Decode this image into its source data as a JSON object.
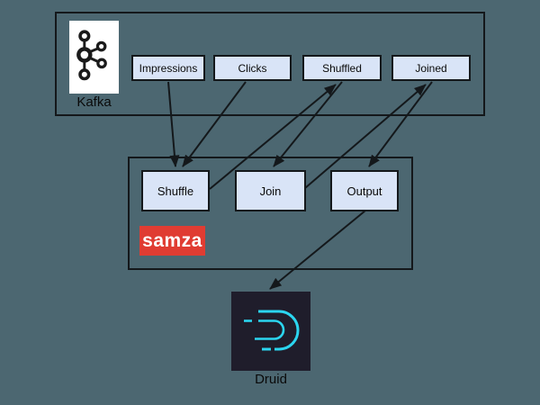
{
  "colors": {
    "background": "#4C6771",
    "box_fill": "#D9E4F7",
    "line": "#14181B",
    "samza_red": "#E03C32",
    "druid_bg": "#1F1D2B",
    "druid_cyan": "#2BD5EF",
    "kafka_white": "#FFFFFF",
    "text": "#0A0A0A"
  },
  "kafka": {
    "label": "Kafka",
    "logo_icon": "kafka-logo",
    "topics": [
      {
        "label": "Impressions"
      },
      {
        "label": "Clicks"
      },
      {
        "label": "Shuffled"
      },
      {
        "label": "Joined"
      }
    ]
  },
  "samza": {
    "logo_text": "samza",
    "jobs": [
      {
        "label": "Shuffle"
      },
      {
        "label": "Join"
      },
      {
        "label": "Output"
      }
    ]
  },
  "druid": {
    "label": "Druid",
    "logo_icon": "druid-logo"
  },
  "edges": [
    {
      "from": "Impressions",
      "to": "Shuffle"
    },
    {
      "from": "Clicks",
      "to": "Shuffle"
    },
    {
      "from": "Shuffle",
      "to": "Shuffled"
    },
    {
      "from": "Shuffled",
      "to": "Join"
    },
    {
      "from": "Join",
      "to": "Joined"
    },
    {
      "from": "Joined",
      "to": "Output"
    },
    {
      "from": "Output",
      "to": "Druid"
    }
  ]
}
